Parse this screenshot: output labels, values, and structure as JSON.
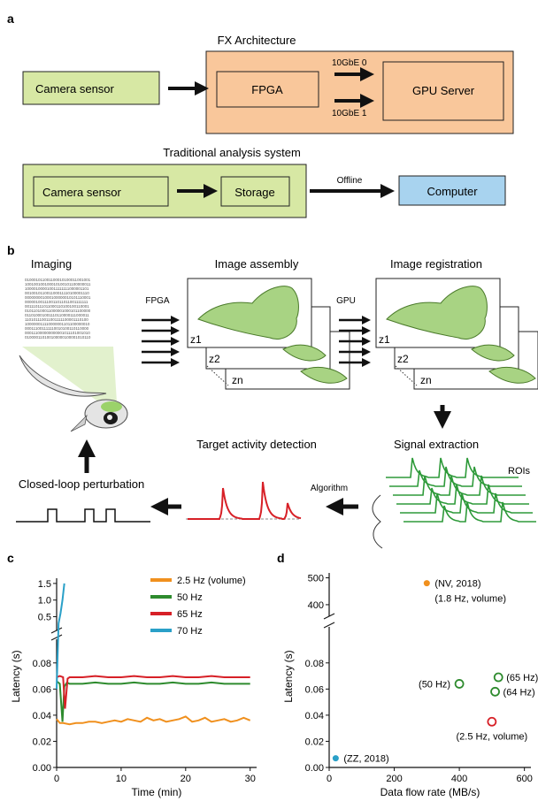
{
  "panel_a": {
    "label": "a",
    "fx_title": "FX Architecture",
    "camera_sensor": "Camera sensor",
    "fpga": "FPGA",
    "gpu_server": "GPU Server",
    "link0": "10GbE 0",
    "link1": "10GbE 1",
    "trad_title": "Traditional analysis system",
    "trad_camera": "Camera sensor",
    "storage": "Storage",
    "offline": "Offline",
    "computer": "Computer",
    "colors": {
      "fx_fill": "#f9c79b",
      "green_fill": "#d7e8a4",
      "blue_fill": "#a8d3ef"
    }
  },
  "panel_b": {
    "label": "b",
    "imaging": "Imaging",
    "image_assembly": "Image assembly",
    "image_registration": "Image registration",
    "fpga": "FPGA",
    "gpu": "GPU",
    "z1": "z1",
    "z2": "z2",
    "zn": "zn",
    "signal_extraction": "Signal extraction",
    "rois": "ROIs",
    "algorithm": "Algorithm",
    "target_detection": "Target activity detection",
    "closed_loop": "Closed-loop perturbation"
  },
  "chart_data": [
    {
      "panel": "c",
      "type": "line",
      "xlabel": "Time (min)",
      "ylabel": "Latency (s)",
      "xlim": [
        0,
        31
      ],
      "xticks": [
        "0",
        "10",
        "20",
        "30"
      ],
      "yticks_lower": [
        "0.00",
        "0.02",
        "0.04",
        "0.06",
        "0.08"
      ],
      "yticks_upper": [
        "0.5",
        "1.0",
        "1.5"
      ],
      "broken_axis": true,
      "legend_placement": "top-right",
      "series": [
        {
          "name": "2.5 Hz (volume)",
          "color": "#f0901e",
          "x": [
            0,
            0.5,
            1,
            2,
            3,
            4,
            5,
            6,
            7,
            8,
            9,
            10,
            11,
            12,
            13,
            14,
            15,
            16,
            17,
            18,
            19,
            20,
            21,
            22,
            23,
            24,
            25,
            26,
            27,
            28,
            29,
            30
          ],
          "y": [
            0.037,
            0.034,
            0.034,
            0.033,
            0.034,
            0.034,
            0.035,
            0.035,
            0.034,
            0.035,
            0.036,
            0.035,
            0.037,
            0.036,
            0.035,
            0.038,
            0.036,
            0.037,
            0.035,
            0.036,
            0.037,
            0.039,
            0.035,
            0.036,
            0.038,
            0.035,
            0.036,
            0.037,
            0.035,
            0.036,
            0.038,
            0.036
          ]
        },
        {
          "name": "50 Hz",
          "color": "#2e8b2e",
          "x": [
            0,
            0.5,
            0.9,
            1.2,
            1.6,
            2,
            4,
            6,
            8,
            10,
            12,
            14,
            16,
            18,
            20,
            22,
            24,
            26,
            28,
            30
          ],
          "y": [
            0.066,
            0.064,
            0.035,
            0.062,
            0.065,
            0.064,
            0.064,
            0.065,
            0.064,
            0.064,
            0.065,
            0.064,
            0.064,
            0.065,
            0.064,
            0.064,
            0.065,
            0.064,
            0.064,
            0.064
          ]
        },
        {
          "name": "65 Hz",
          "color": "#d72027",
          "x": [
            0,
            0.5,
            1,
            1.3,
            1.7,
            2,
            4,
            6,
            8,
            10,
            12,
            14,
            16,
            18,
            20,
            22,
            24,
            26,
            28,
            30
          ],
          "y": [
            0.069,
            0.07,
            0.069,
            0.045,
            0.068,
            0.069,
            0.069,
            0.07,
            0.069,
            0.069,
            0.07,
            0.069,
            0.069,
            0.07,
            0.069,
            0.069,
            0.07,
            0.069,
            0.069,
            0.069
          ]
        },
        {
          "name": "70 Hz",
          "color": "#2aa0c8",
          "x": [
            0,
            0.3,
            0.6,
            0.9,
            1.2
          ],
          "y": [
            0.06,
            0.3,
            0.6,
            1.0,
            1.5
          ]
        }
      ]
    },
    {
      "panel": "d",
      "type": "scatter",
      "xlabel": "Data flow rate (MB/s)",
      "ylabel": "Latency (s)",
      "xlim": [
        0,
        620
      ],
      "xticks": [
        "0",
        "200",
        "400",
        "600"
      ],
      "yticks_lower": [
        "0.00",
        "0.02",
        "0.04",
        "0.06",
        "0.08"
      ],
      "yticks_upper": [
        "400",
        "500"
      ],
      "broken_axis": true,
      "points": [
        {
          "label": "(NV, 2018)",
          "label2": "(1.8 Hz,  volume)",
          "x": 300,
          "y": 480,
          "color": "#f0901e",
          "filled": true
        },
        {
          "label": "(50 Hz)",
          "x": 400,
          "y": 0.064,
          "color": "#2e8b2e",
          "filled": false
        },
        {
          "label": "(65 Hz)",
          "x": 520,
          "y": 0.069,
          "color": "#2e8b2e",
          "filled": false
        },
        {
          "label": "(64 Hz)",
          "x": 510,
          "y": 0.058,
          "color": "#2e8b2e",
          "filled": false
        },
        {
          "label": "(2.5 Hz, volume)",
          "x": 500,
          "y": 0.035,
          "color": "#d72027",
          "filled": false
        },
        {
          "label": "(ZZ, 2018)",
          "x": 20,
          "y": 0.007,
          "color": "#2aa0c8",
          "filled": true
        }
      ]
    }
  ]
}
